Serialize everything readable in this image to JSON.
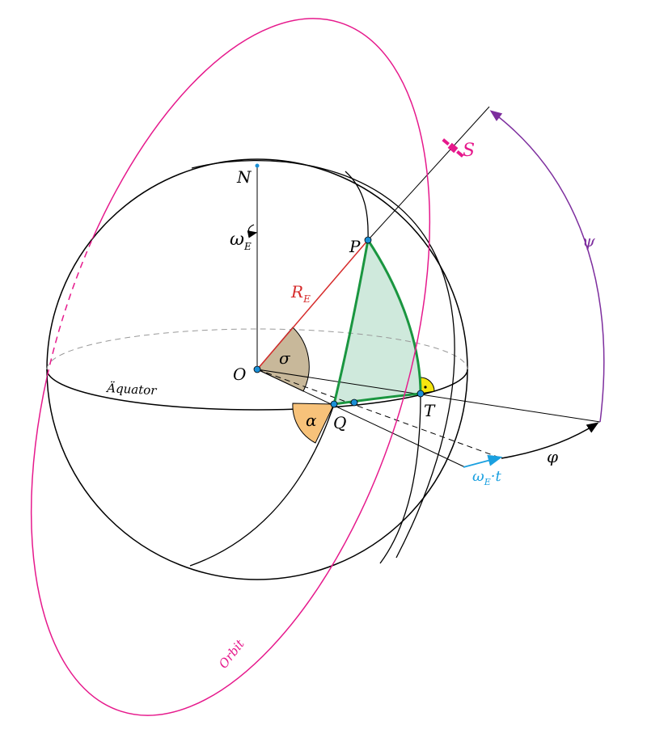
{
  "labels": {
    "north": "N",
    "omega_e": "ω",
    "omega_e_sub": "E",
    "point_p": "P",
    "radius": "R",
    "radius_sub": "E",
    "sigma": "σ",
    "origin": "O",
    "equator": "Äquator",
    "alpha": "α",
    "point_q": "Q",
    "point_t": "T",
    "phi": "φ",
    "omega_t": "ω",
    "omega_t_sub": "E",
    "omega_t_suffix": "·t",
    "psi": "ψ",
    "satellite": "S",
    "orbit": "Orbit"
  },
  "colors": {
    "orbit": "#e6198c",
    "radius": "#d62b2b",
    "triangle_stroke": "#1a9640",
    "triangle_fill": "#cfe9dc",
    "psi": "#7d2e9e",
    "omega_t": "#1aa0e0",
    "sigma_fill": "#c8b89a",
    "alpha_fill": "#f7c27a",
    "right_angle_fill": "#f5e60f",
    "point": "#1a8fd6"
  }
}
